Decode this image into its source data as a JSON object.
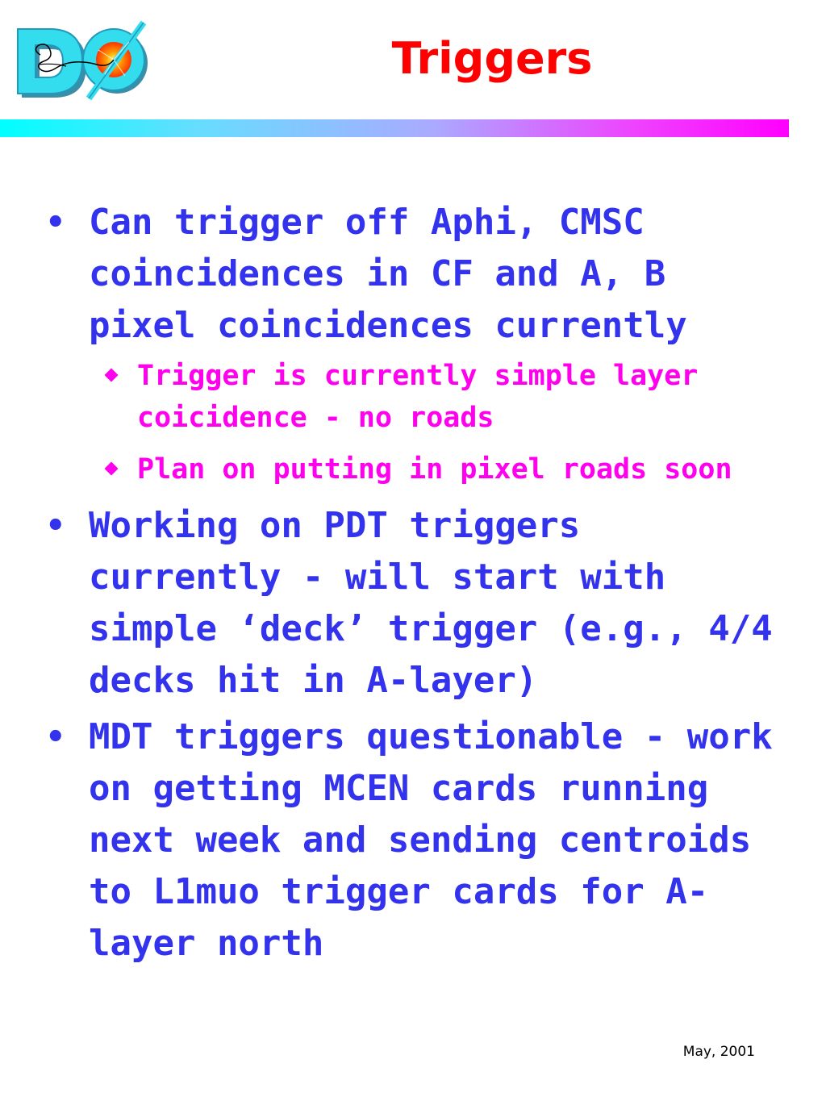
{
  "slide": {
    "title": "Triggers",
    "logo_letters": "D",
    "footer_date": "May, 2001",
    "colors": {
      "title": "#ff0000",
      "bullet_text": "#3333ee",
      "sub_bullet_text": "#ff00ee",
      "bar_start": "#00ffff",
      "bar_end": "#ff00ff"
    },
    "bullets": [
      {
        "text": "Can trigger off Aphi, CMSC coincidences in CF and A, B pixel coincidences currently",
        "subitems": [
          {
            "text": "Trigger is currently simple layer coicidence - no roads"
          },
          {
            "text": "Plan on putting in pixel roads soon"
          }
        ]
      },
      {
        "text": "Working on PDT triggers currently - will start with simple ‘deck’ trigger (e.g., 4/4 decks hit in A-layer)",
        "subitems": []
      },
      {
        "text": "MDT triggers questionable - work on getting MCEN cards running next week and sending centroids to L1muo trigger cards for A-layer north",
        "subitems": []
      }
    ]
  }
}
